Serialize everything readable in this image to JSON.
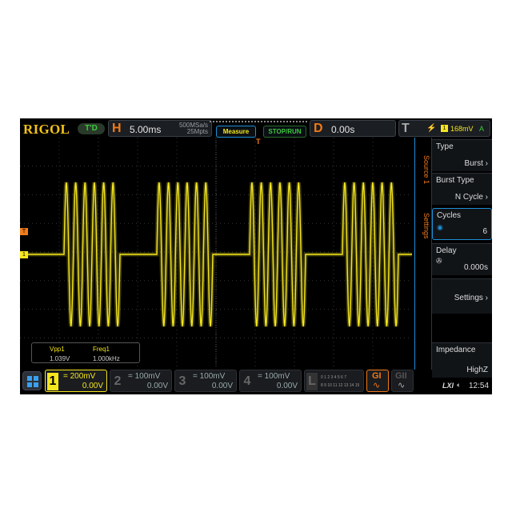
{
  "brand": "RIGOL",
  "status": "T'D",
  "horizontal": {
    "label": "H",
    "timebase": "5.00ms",
    "sample_rate": "500MSa/s",
    "memory_depth": "25Mpts"
  },
  "buttons": {
    "measure": "Measure",
    "stop_run": "STOP/RUN"
  },
  "delay": {
    "label": "D",
    "value": "0.00s"
  },
  "trigger": {
    "label": "T",
    "source": "1",
    "level": "168mV",
    "mode": "A"
  },
  "side_tabs": [
    "Source 1",
    "Settings"
  ],
  "menu": [
    {
      "title": "Type",
      "value": "Burst"
    },
    {
      "title": "Burst Type",
      "value": "N Cycle"
    },
    {
      "title": "Cycles",
      "value": "6"
    },
    {
      "title": "Delay",
      "value": "0.000s"
    },
    {
      "title": "",
      "value": "Settings"
    },
    {
      "title": "Impedance",
      "value": "HighZ"
    }
  ],
  "measurements": [
    {
      "label": "Vpp1",
      "value": "1.039V"
    },
    {
      "label": "Freq1",
      "value": "1.000kHz"
    }
  ],
  "channels": [
    {
      "num": "1",
      "scale": "200mV",
      "offset": "0.00V",
      "active": true
    },
    {
      "num": "2",
      "scale": "100mV",
      "offset": "0.00V"
    },
    {
      "num": "3",
      "scale": "100mV",
      "offset": "0.00V"
    },
    {
      "num": "4",
      "scale": "100mV",
      "offset": "0.00V"
    }
  ],
  "logic": {
    "label": "L",
    "row1": "0 1 2 3  4 5 6 7",
    "row2": "8 9 10 11 12 13 14 15"
  },
  "generators": [
    {
      "label": "GI"
    },
    {
      "label": "GII"
    }
  ],
  "system": {
    "lxi": "LXI",
    "time": "12:54"
  },
  "markers": {
    "trigger": "T",
    "ch1": "1"
  },
  "waveform": {
    "bursts": 4,
    "cycles_per_burst": 6,
    "color": "#f5e61e"
  },
  "colors": {
    "ch1": "#f5e61e",
    "accent": "#1d8fd8",
    "orange": "#f07a1a"
  }
}
